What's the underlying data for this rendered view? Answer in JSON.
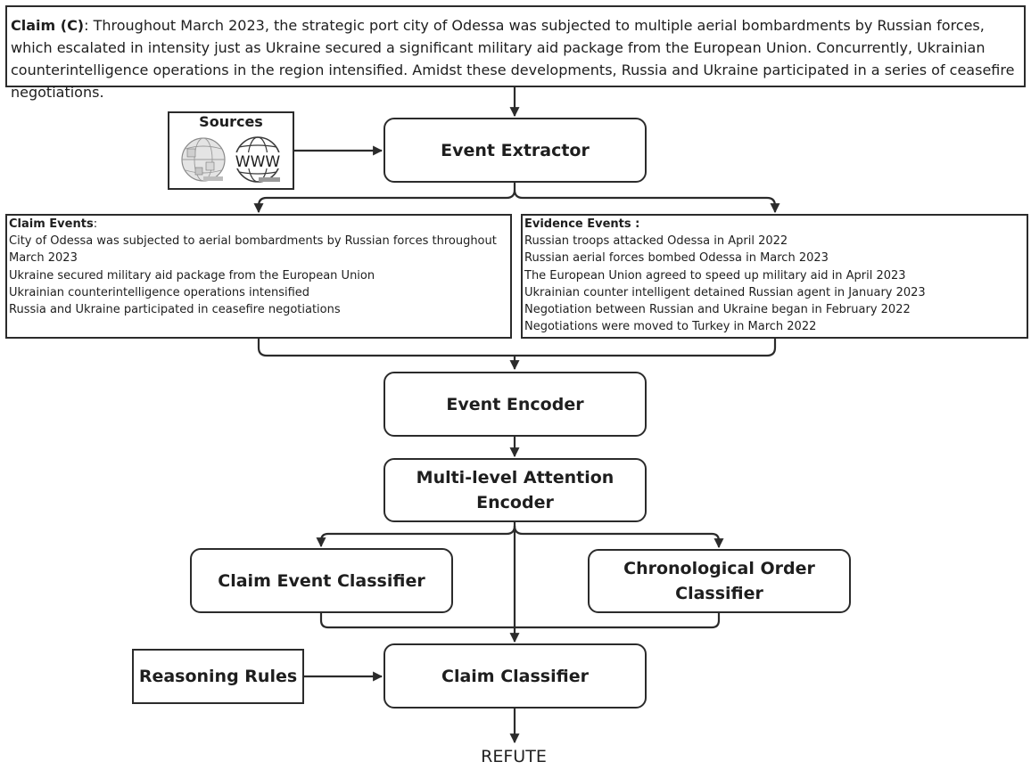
{
  "claim": {
    "label": "Claim (C)",
    "text": ": Throughout March 2023, the strategic port city of Odessa was subjected to multiple aerial bombardments by Russian forces, which escalated in intensity just as Ukraine secured a significant military aid package from the European Union. Concurrently, Ukrainian counterintelligence operations in the region intensified. Amidst these developments, Russia and Ukraine participated in a series of ceasefire negotiations."
  },
  "sources": {
    "label": "Sources",
    "www_text": "WWW",
    "wiki_icon": "wikipedia-globe-icon",
    "web_icon": "www-globe-icon"
  },
  "nodes": {
    "event_extractor": "Event Extractor",
    "event_encoder": "Event Encoder",
    "attention_encoder_line1": "Multi-level Attention",
    "attention_encoder_line2": "Encoder",
    "claim_event_classifier": "Claim Event Classifier",
    "chrono_line1": "Chronological Order",
    "chrono_line2": "Classifier",
    "reasoning_rules": "Reasoning Rules",
    "claim_classifier": "Claim Classifier"
  },
  "claim_events": {
    "heading": "Claim Events",
    "suffix": ":",
    "items": [
      "City of Odessa was subjected to aerial bombardments by Russian forces throughout March 2023",
      "Ukraine secured military aid package from the European Union",
      "Ukrainian counterintelligence operations intensified",
      "Russia and Ukraine participated in ceasefire negotiations"
    ]
  },
  "evidence_events": {
    "heading": "Evidence Events",
    "suffix": " :",
    "items": [
      "Russian troops attacked Odessa in April 2022",
      "Russian aerial forces bombed Odessa in March 2023",
      "The European Union agreed to speed up military aid in April 2023",
      "Ukrainian counter intelligent detained Russian agent in January 2023",
      "Negotiation between Russian and Ukraine began in February 2022",
      "Negotiations were moved to Turkey in March 2022"
    ]
  },
  "result": "REFUTE",
  "colors": {
    "stroke": "#2b2b2b",
    "text": "#1e1e1e",
    "background": "#ffffff"
  }
}
